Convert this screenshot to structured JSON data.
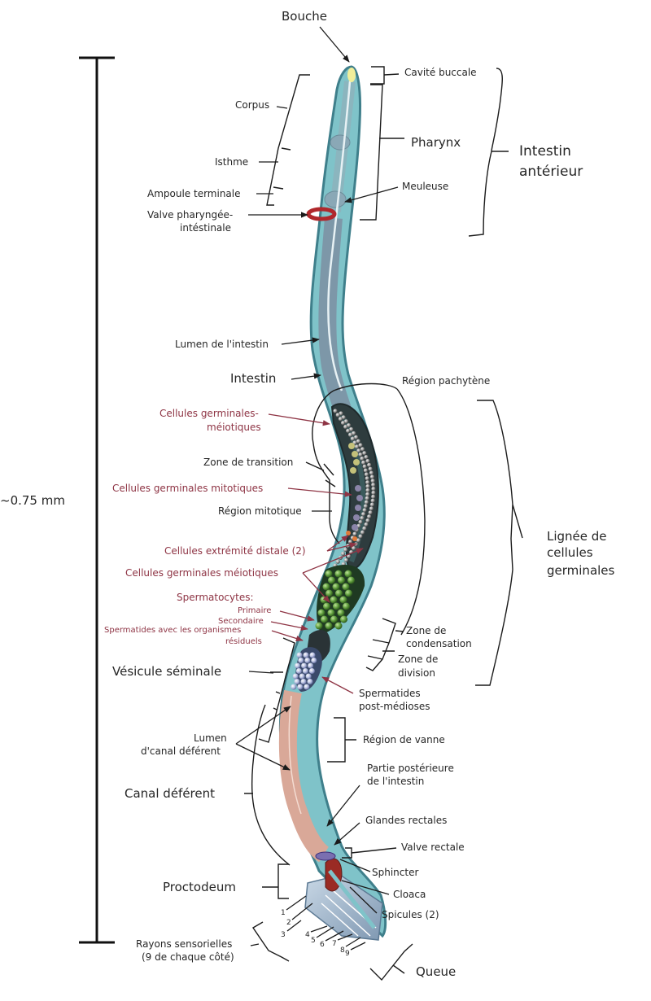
{
  "diagram": {
    "subject": "C. elegans male anatomy",
    "scale": {
      "label": "~0.75 mm"
    },
    "labels": {
      "bouche": "Bouche",
      "corpus": "Corpus",
      "isthme": "Isthme",
      "ampoule": "Ampoule terminale",
      "valve_pi_1": "Valve pharyngée-",
      "valve_pi_2": "intéstinale",
      "cavite": "Cavité buccale",
      "pharynx": "Pharynx",
      "meuleuse": "Meuleuse",
      "intestin_ant_1": "Intestin",
      "intestin_ant_2": "antérieur",
      "lumen_intestin": "Lumen de l'intestin",
      "intestin": "Intestin",
      "pachytene": "Région pachytène",
      "cgm1_1": "Cellules germinales-",
      "cgm1_2": "méiotiques",
      "zone_transition": "Zone de transition",
      "cg_mitotiques": "Cellules germinales mitotiques",
      "region_mitotique": "Région mitotique",
      "extremite_distale": "Cellules extrémité distale (2)",
      "cgm2": "Cellules germinales méiotiques",
      "spermatocytes": "Spermatocytes:",
      "primaire": "Primaire",
      "secondaire": "Secondaire",
      "spermatides_res_1": "Spermatides avec les organismes",
      "spermatides_res_2": "résiduels",
      "lignee_1": "Lignée de",
      "lignee_2": "cellules",
      "lignee_3": "germinales",
      "zone_condensation_1": "Zone de",
      "zone_condensation_2": "condensation",
      "zone_division_1": "Zone de",
      "zone_division_2": "division",
      "vesicule": "Vésicule séminale",
      "spermatides_post_1": "Spermatides",
      "spermatides_post_2": "post-médioses",
      "lumen_canal_1": "Lumen",
      "lumen_canal_2": "d'canal déférent",
      "region_vanne": "Région de vanne",
      "canal_deferent": "Canal déférent",
      "partie_post_1": "Partie postérieure",
      "partie_post_2": "de l'intestin",
      "glandes": "Glandes rectales",
      "valve_rectale": "Valve rectale",
      "sphincter": "Sphincter",
      "proctodeum": "Proctodeum",
      "cloaca": "Cloaca",
      "spicules": "Spicules (2)",
      "rayons_1": "Rayons sensorielles",
      "rayons_2": "(9 de chaque côté)",
      "queue": "Queue"
    },
    "ray_numbers": [
      "1",
      "2",
      "3",
      "4",
      "5",
      "6",
      "7",
      "8",
      "9"
    ],
    "colors": {
      "body": "#7fc3c9",
      "body_dark": "#3f7f8b",
      "intestine": "#7d97a8",
      "gonad_dark": "#2e3c3e",
      "sperm_green": "#5c9a3a",
      "vas_deferens": "#d9a898",
      "label_red": "#8e3444",
      "valve_red": "#b0282c"
    }
  }
}
